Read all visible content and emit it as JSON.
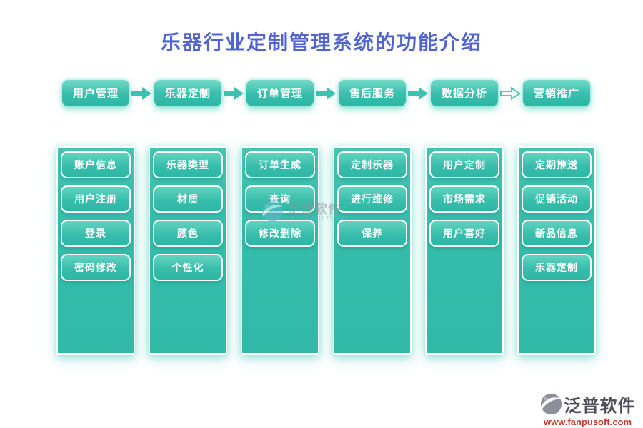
{
  "title": "乐器行业定制管理系统的功能介绍",
  "modules": [
    {
      "label": "用户管理",
      "items": [
        "账户信息",
        "用户注册",
        "登录",
        "密码修改"
      ]
    },
    {
      "label": "乐器定制",
      "items": [
        "乐器类型",
        "材质",
        "颜色",
        "个性化"
      ]
    },
    {
      "label": "订单管理",
      "items": [
        "订单生成",
        "查询",
        "修改删除"
      ]
    },
    {
      "label": "售后服务",
      "items": [
        "定制乐器",
        "进行维修",
        "保养"
      ]
    },
    {
      "label": "数据分析",
      "items": [
        "用户定制",
        "市场需求",
        "用户喜好"
      ]
    },
    {
      "label": "营销推广",
      "items": [
        "定期推送",
        "促销活动",
        "新品信息",
        "乐器定制"
      ]
    }
  ],
  "watermark": {
    "name": "泛普软件",
    "subtitle": "FANPU SOFTWARE"
  },
  "footer": {
    "brand": "泛普软件",
    "url": "www.fanpusoft.com"
  },
  "icons": {
    "flow_arrow": "right-block-arrow",
    "brand_logo": "fanpu-swoosh-circle"
  },
  "colors": {
    "accent_teal": "#35BCAB",
    "button_highlight": "#74D9C8",
    "title_blue": "#5165D2",
    "footer_text": "#4F4F5A",
    "footer_url_red": "#C23B2A",
    "watermark_gray": "#8F959C"
  }
}
